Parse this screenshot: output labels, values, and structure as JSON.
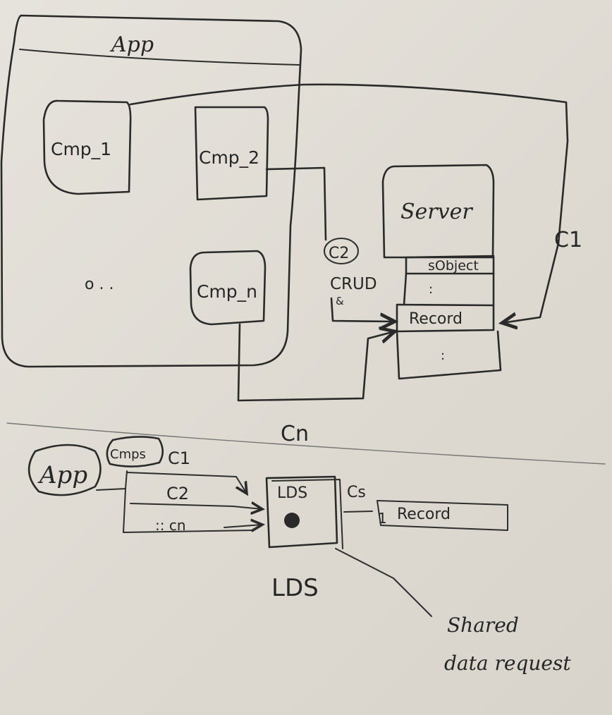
{
  "diagram": {
    "app_box": {
      "label": "App"
    },
    "components": [
      {
        "id": "cmp1",
        "label": "Cmp_1"
      },
      {
        "id": "cmp2",
        "label": "Cmp_2"
      },
      {
        "id": "cmpn",
        "label": "Cmp_n"
      }
    ],
    "ellipsis": "o . .",
    "server": {
      "label": "Server",
      "rows": [
        "sObject",
        "Record"
      ],
      "dots": ":"
    },
    "connections": {
      "c1": "C1",
      "c2": "C2",
      "cn": "Cn"
    },
    "crud": {
      "text": "CRUD",
      "sub": "&"
    },
    "lower": {
      "app_label": "App",
      "cmps_label": "Cmps",
      "c1": "C1",
      "c2": "C2",
      "cn": ":: cn",
      "lds_box": "LDS",
      "lds_title": "LDS",
      "cs": "Cs",
      "record_index": "1",
      "record_label": "Record",
      "annotation_line1": "Shared",
      "annotation_line2": "data request"
    }
  }
}
